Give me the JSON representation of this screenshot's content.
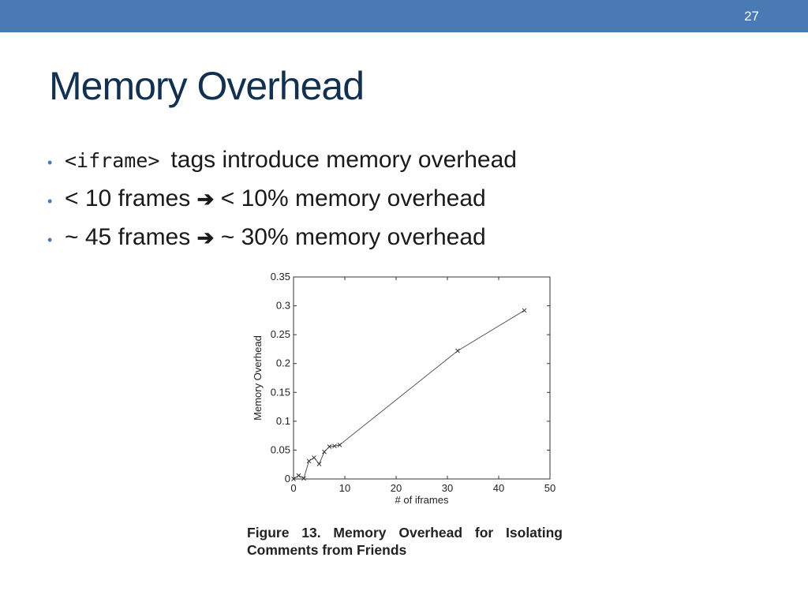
{
  "slide": {
    "number": "27",
    "title": "Memory Overhead",
    "accent_color": "#4a7ab3",
    "title_color": "#12304f"
  },
  "bullets": [
    {
      "code": "<iframe>",
      "text": "tags introduce memory overhead"
    },
    {
      "before": "< 10 frames",
      "arrow": "➔",
      "after": "< 10% memory overhead"
    },
    {
      "before": "~ 45 frames",
      "arrow": "➔",
      "after": "~ 30% memory overhead"
    }
  ],
  "chart_data": {
    "type": "line",
    "xlabel": "# of iframes",
    "ylabel": "Memory Overhead",
    "xlim": [
      0,
      50
    ],
    "ylim": [
      0,
      0.35
    ],
    "xticks": [
      "0",
      "10",
      "20",
      "30",
      "40",
      "50"
    ],
    "yticks": [
      "0",
      "0.05",
      "0.1",
      "0.15",
      "0.2",
      "0.25",
      "0.3",
      "0.35"
    ],
    "grid": false,
    "marker": "x",
    "series": [
      {
        "x": [
          0,
          1,
          2,
          3,
          4,
          5,
          6,
          7,
          8,
          9,
          32,
          45
        ],
        "y": [
          0.0,
          0.006,
          0.001,
          0.031,
          0.037,
          0.026,
          0.047,
          0.056,
          0.057,
          0.059,
          0.222,
          0.292
        ]
      }
    ]
  },
  "caption": "Figure 13. Memory Overhead for Isolating Comments from Friends"
}
